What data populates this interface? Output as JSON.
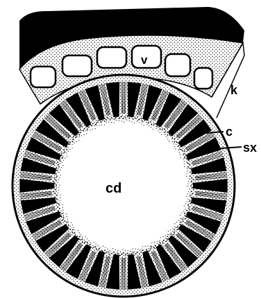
{
  "diagram": {
    "labels": {
      "cd": "cd",
      "v": "v",
      "k": "k",
      "c": "c",
      "sx": "sx"
    }
  }
}
